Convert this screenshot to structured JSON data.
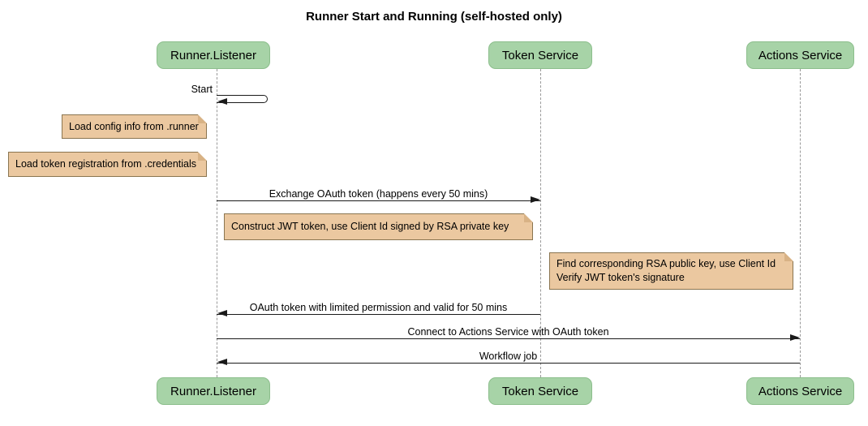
{
  "title": "Runner Start and Running (self-hosted only)",
  "participants": [
    {
      "name": "Runner.Listener"
    },
    {
      "name": "Token Service"
    },
    {
      "name": "Actions Service"
    }
  ],
  "messages": [
    {
      "from": "Runner.Listener",
      "to": "Runner.Listener",
      "kind": "self",
      "label": "Start"
    },
    {
      "from": "Runner.Listener",
      "to": "Token Service",
      "kind": "solid-arrow",
      "label": "Exchange OAuth token (happens every 50 mins)"
    },
    {
      "from": "Token Service",
      "to": "Runner.Listener",
      "kind": "solid-arrow",
      "label": "OAuth token with limited permission and valid for 50 mins"
    },
    {
      "from": "Runner.Listener",
      "to": "Actions Service",
      "kind": "solid-arrow",
      "label": "Connect to Actions Service with OAuth token"
    },
    {
      "from": "Actions Service",
      "to": "Runner.Listener",
      "kind": "solid-arrow",
      "label": "Workflow job"
    }
  ],
  "notes": [
    {
      "position": "left of Runner.Listener",
      "lines": [
        "Load config info from .runner"
      ]
    },
    {
      "position": "left of Runner.Listener",
      "lines": [
        "Load token registration from .credentials"
      ]
    },
    {
      "position": "right of Runner.Listener",
      "lines": [
        "Construct JWT token, use Client Id signed by RSA private key"
      ]
    },
    {
      "position": "left of Actions Service",
      "lines": [
        "Find corresponding RSA public key, use Client Id",
        "Verify JWT token's signature"
      ]
    }
  ],
  "colors": {
    "background": "#ffffff",
    "participant_fill": "#a7d3a7",
    "participant_border": "#8cbe8c",
    "note_fill": "#ebc8a0",
    "note_border": "#8a7550",
    "note_fold": "#d8b285",
    "lifeline": "#999999",
    "arrow": "#1a1a1a",
    "text": "#000000"
  }
}
